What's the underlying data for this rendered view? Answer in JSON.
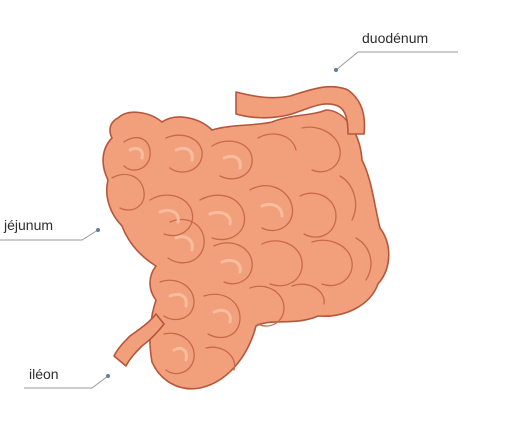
{
  "diagram": {
    "subject": "small-intestine-icon",
    "labels": {
      "duodenum": "duodénum",
      "jejunum": "jéjunum",
      "ileon": "iléon"
    },
    "colors": {
      "tissue": "#f2a07b",
      "tissue_outline": "#b5573c",
      "fold_line": "#c9694a",
      "highlight": "#f7bd9f",
      "leader_line": "#9a9a9a",
      "leader_dot": "#5b7fa6",
      "label_text": "#2d2d2d"
    }
  }
}
